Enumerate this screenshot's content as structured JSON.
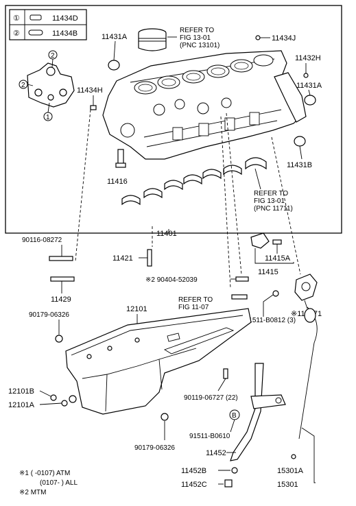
{
  "legend": {
    "row1_num": "①",
    "row1_part": "11434D",
    "row2_num": "②",
    "row2_part": "11434B"
  },
  "labels": {
    "l11431a_top": "11431A",
    "refer_1301a_1": "REFER TO",
    "refer_1301a_2": "FIG 13-01",
    "refer_1301a_3": "(PNC 13101)",
    "l11434j": "11434J",
    "l11432h": "11432H",
    "l11431a_right": "11431A",
    "l11434h": "11434H",
    "l11431b": "11431B",
    "l11416": "11416",
    "refer_1301b_1": "REFER TO",
    "refer_1301b_2": "FIG 13-01",
    "refer_1301b_3": "(PNC 11711)",
    "l11401": "11401",
    "l90116": "90116-08272",
    "l11421": "11421",
    "l11415a": "11415A",
    "l11415": "11415",
    "l11429": "11429",
    "l90404": "※2  90404-52039",
    "refer_1107_1": "REFER TO",
    "refer_1107_2": "FIG 11-07",
    "l112271": "※112271",
    "l90179a": "90179-06326",
    "l12101": "12101",
    "l91511a": "※1 91511-B0812 (3)",
    "l12101b": "12101B",
    "l12101a": "12101A",
    "l90119": "90119-06727 (22)",
    "l91511b": "91511-B0610",
    "l11452": "11452",
    "l90179b": "90179-06326",
    "l11452b": "11452B",
    "l15301a": "15301A",
    "l11452c": "11452C",
    "l15301": "15301",
    "note1_a": "※1  (      -0107)  ATM",
    "note1_b": "(0107-         )  ALL",
    "note2": "※2  MTM",
    "circle_1": "1",
    "circle_2": "2",
    "circle_b": "B"
  }
}
